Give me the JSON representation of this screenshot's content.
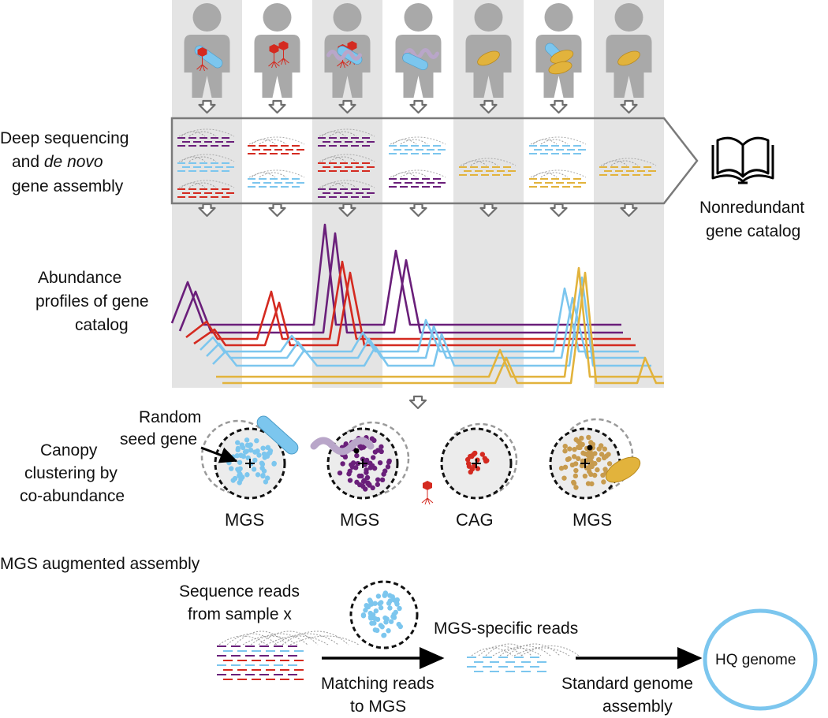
{
  "colors": {
    "purple": "#6a1f7a",
    "red": "#d42a20",
    "blue": "#7cc6ee",
    "yellow": "#e2b33c",
    "grey_band": "#e4e4e4",
    "person": "#a9a9a9"
  },
  "labels": {
    "deep_seq_1": "Deep sequencing",
    "deep_seq_2a": "and ",
    "deep_seq_2b": "de novo",
    "deep_seq_3": "gene assembly",
    "catalog_1": "Nonredundant",
    "catalog_2": "gene catalog",
    "abund_1": "Abundance",
    "abund_2": "profiles of gene",
    "abund_3": "catalog",
    "seed_1": "Random",
    "seed_2": "seed gene",
    "canopy_1": "Canopy",
    "canopy_2": "clustering by",
    "canopy_3": "co-abundance",
    "cluster_1": "MGS",
    "cluster_2": "MGS",
    "cluster_3": "CAG",
    "cluster_4": "MGS",
    "augmented": "MGS augmented assembly",
    "reads_1": "Sequence reads",
    "reads_2": "from sample x",
    "specific": "MGS-specific reads",
    "matching_1": "Matching reads",
    "matching_2": "to MGS",
    "standard_1": "Standard genome",
    "standard_2": "assembly",
    "hq": "HQ genome"
  },
  "icons": [
    "person-icon",
    "bacterium-icon",
    "phage-icon",
    "book-icon",
    "arrow-down-icon",
    "cluster-icon"
  ]
}
